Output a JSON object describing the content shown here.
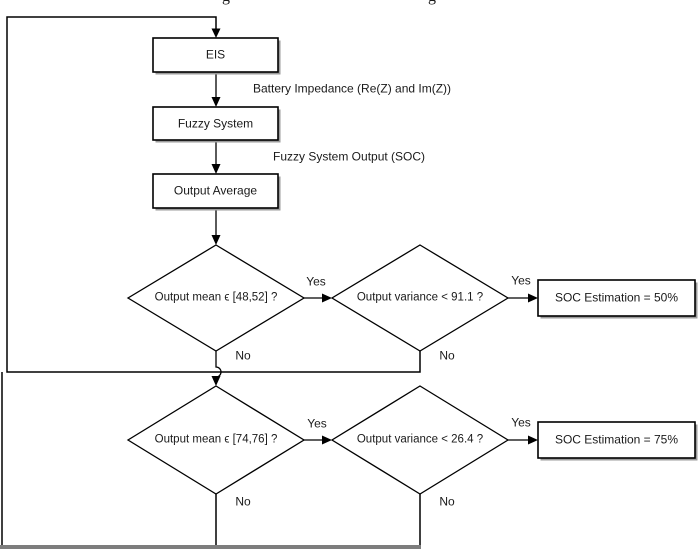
{
  "figure": {
    "caption_fragments": {
      "left": "g",
      "right": "g"
    }
  },
  "flowchart": {
    "nodes": {
      "eis": "EIS",
      "fuzzy_system": "Fuzzy System",
      "output_average": "Output Average",
      "decision_mean_50": "Output mean ϵ [48,52] ?",
      "decision_var_50": "Output variance < 91.1 ?",
      "result_50": "SOC Estimation = 50%",
      "decision_mean_75": "Output mean ϵ [74,76] ?",
      "decision_var_75": "Output variance < 26.4 ?",
      "result_75": "SOC Estimation = 75%"
    },
    "edge_labels": {
      "eis_to_fuzzy": "Battery Impedance (Re(Z) and Im(Z))",
      "fuzzy_to_average": "Fuzzy System Output (SOC)",
      "yes": "Yes",
      "no": "No"
    },
    "colors": {
      "line": "#000000",
      "box_fill": "#ffffff",
      "shadow": "#9b9b9b",
      "bottom_rule": "#7d7d7d",
      "background": "#ffffff"
    }
  }
}
